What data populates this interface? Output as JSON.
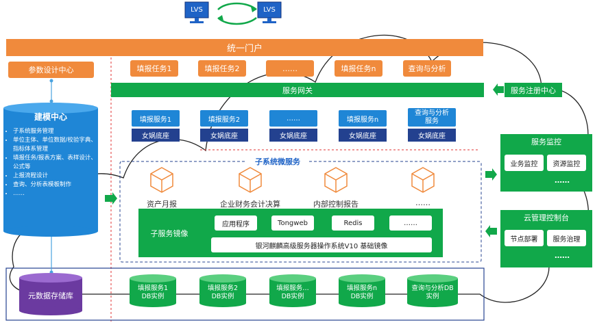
{
  "lvs": {
    "left": "LVS",
    "right": "LVS"
  },
  "portal": "统一门户",
  "param_center": "参数设计中心",
  "tasks": [
    "填报任务1",
    "填报任务2",
    "……",
    "填报任务n",
    "查询与分析"
  ],
  "gateway": "服务网关",
  "registry": "服务注册中心",
  "modeling": {
    "title": "建模中心",
    "items": [
      "子系统服务管理",
      "单位主体、单位数据/校验字典、指标体系管理",
      "填报任务/报表方案、表样设计、公式等",
      "上报流程设计",
      "查询、分析表模板制作",
      "……"
    ]
  },
  "services": [
    {
      "name": "填报服务1",
      "base": "女娲底座"
    },
    {
      "name": "填报服务2",
      "base": "女娲底座"
    },
    {
      "name": "……",
      "base": "女娲底座"
    },
    {
      "name": "填报服务n",
      "base": "女娲底座"
    },
    {
      "name": "查询与分析服务",
      "base": "女娲底座"
    }
  ],
  "subsystem": {
    "title": "子系统微服务",
    "cubes": [
      "资产月报",
      "企业财务会计决算",
      "内部控制报告",
      "……"
    ]
  },
  "mirror": {
    "title": "子服务镜像",
    "items": [
      "应用程序",
      "Tongweb",
      "Redis",
      "……"
    ],
    "os": "银河麒麟高级服务器操作系统V10 基础镜像"
  },
  "monitor": {
    "title": "服务监控",
    "items": [
      "业务监控",
      "资源监控"
    ],
    "more": "……"
  },
  "cloud": {
    "title": "云管理控制台",
    "items": [
      "节点部署",
      "服务治理"
    ],
    "more": "……"
  },
  "meta_db": "元数据存储库",
  "dbs": [
    "填报服务1 DB实例",
    "填报服务2 DB实例",
    "填报服务… DB实例",
    "填报服务n DB实例",
    "查询与分析DB 实例"
  ],
  "colors": {
    "orange": "#f08a3c",
    "green": "#11a84a",
    "blue": "#1f86d6",
    "navy": "#23418f",
    "purple": "#6b3aa0"
  }
}
